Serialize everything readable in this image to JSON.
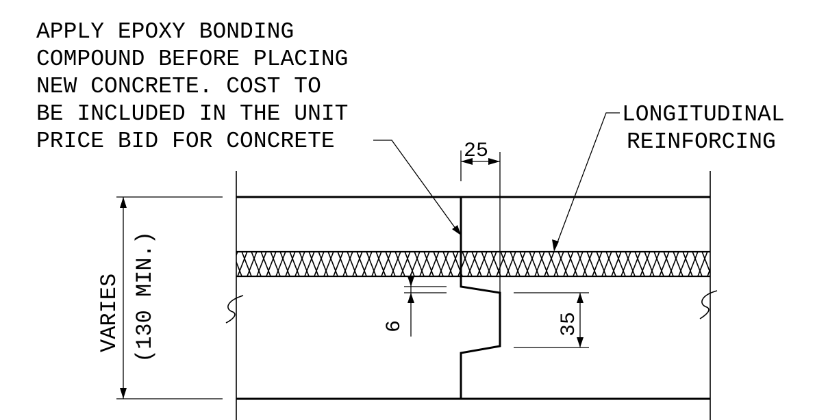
{
  "note": {
    "lines": [
      "APPLY EPOXY BONDING",
      "COMPOUND BEFORE PLACING",
      "NEW CONCRETE.  COST TO",
      "BE INCLUDED IN THE UNIT",
      "PRICE BID FOR CONCRETE"
    ]
  },
  "callout": {
    "lines": [
      "LONGITUDINAL",
      "REINFORCING"
    ]
  },
  "dimensions": {
    "joint_offset": "25",
    "key_depth": "6",
    "key_height": "35",
    "slab_thickness_line1": "VARIES",
    "slab_thickness_line2": "(130 MIN.)"
  },
  "colors": {
    "ink": "#000000",
    "paper": "#ffffff"
  }
}
